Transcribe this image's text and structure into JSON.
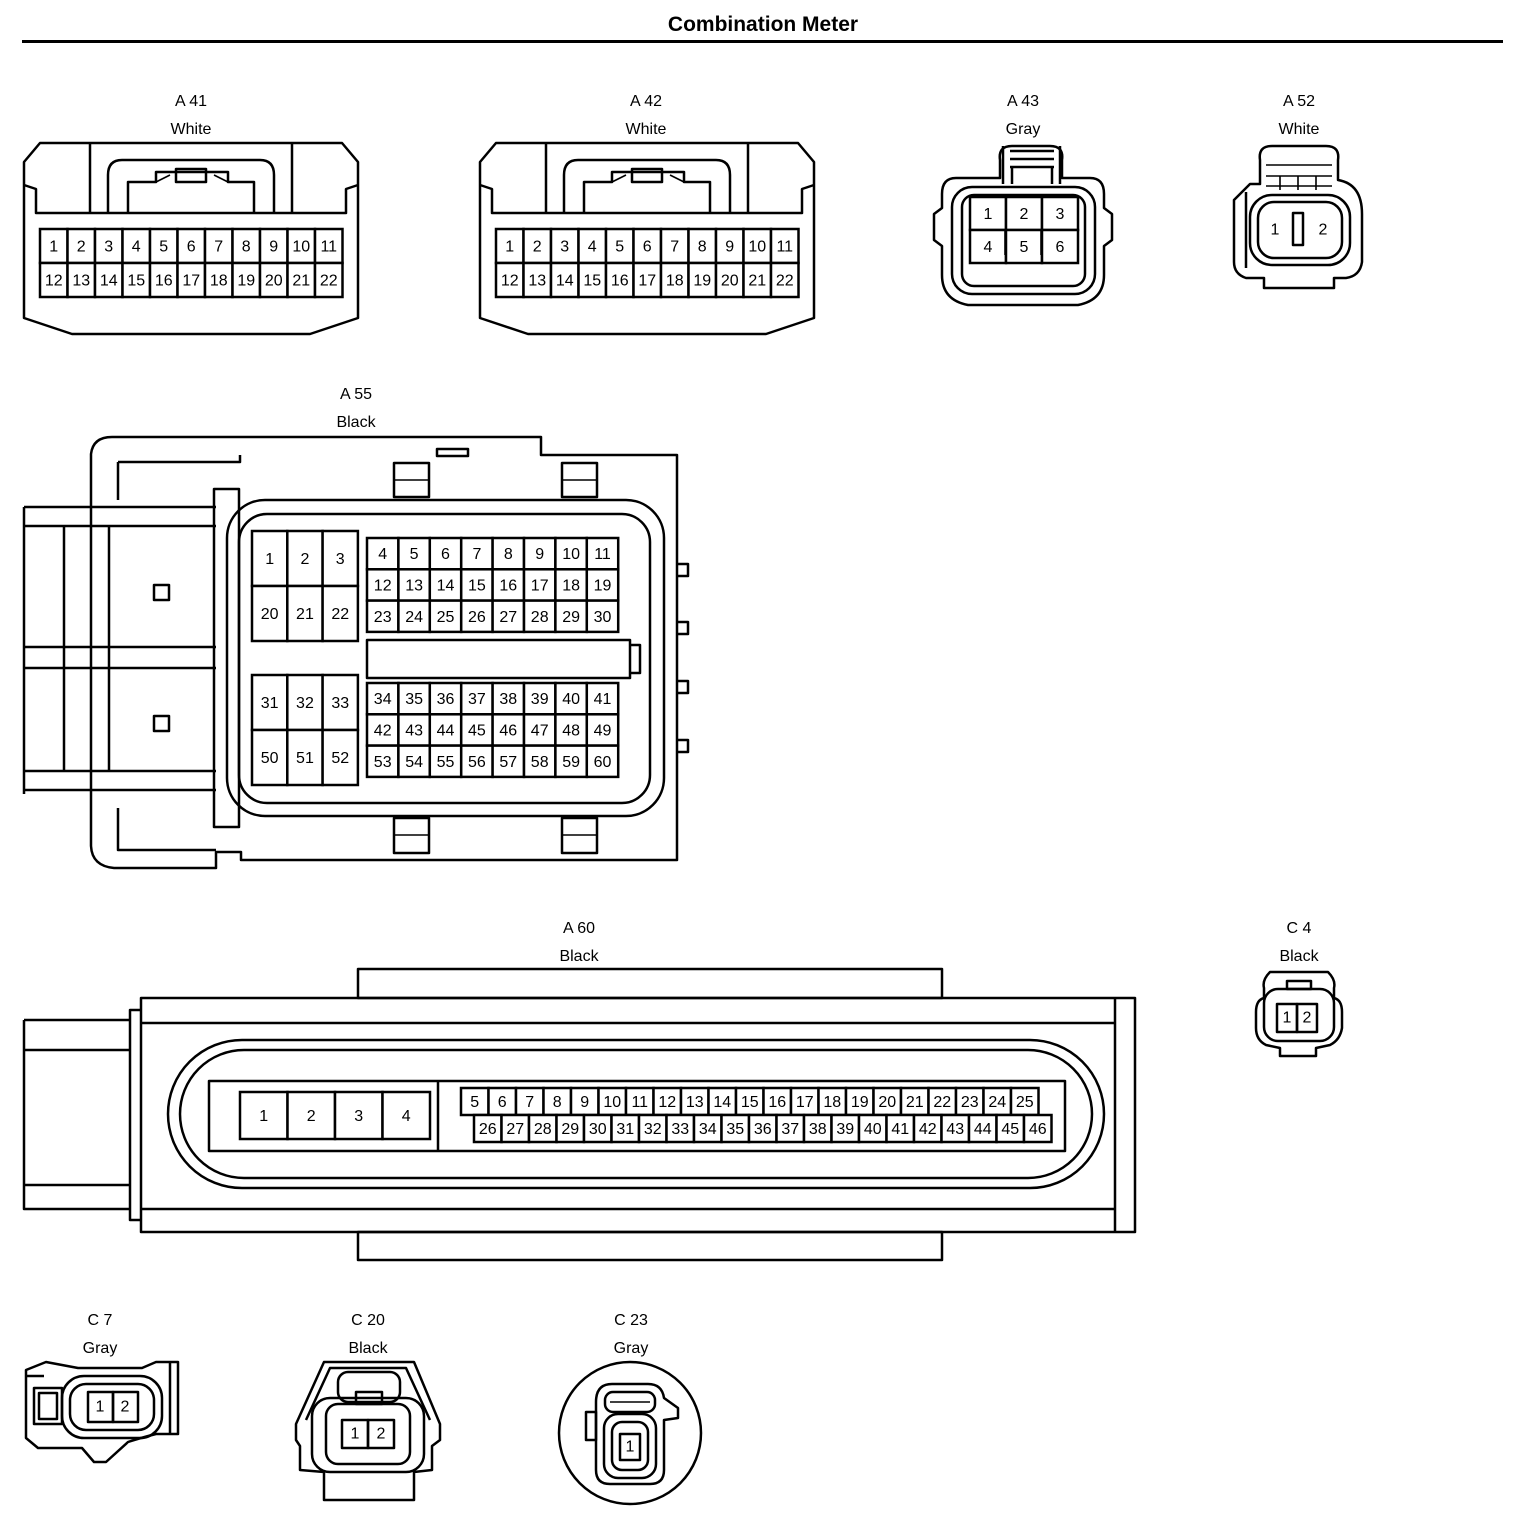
{
  "title": "Combination Meter",
  "connectors": [
    {
      "id": "A 41",
      "color": "White"
    },
    {
      "id": "A 42",
      "color": "White"
    },
    {
      "id": "A 43",
      "color": "Gray"
    },
    {
      "id": "A 52",
      "color": "White"
    },
    {
      "id": "A 55",
      "color": "Black"
    },
    {
      "id": "A 60",
      "color": "Black"
    },
    {
      "id": "C 4",
      "color": "Black"
    },
    {
      "id": "C 7",
      "color": "Gray"
    },
    {
      "id": "C 20",
      "color": "Black"
    },
    {
      "id": "C 23",
      "color": "Gray"
    }
  ]
}
